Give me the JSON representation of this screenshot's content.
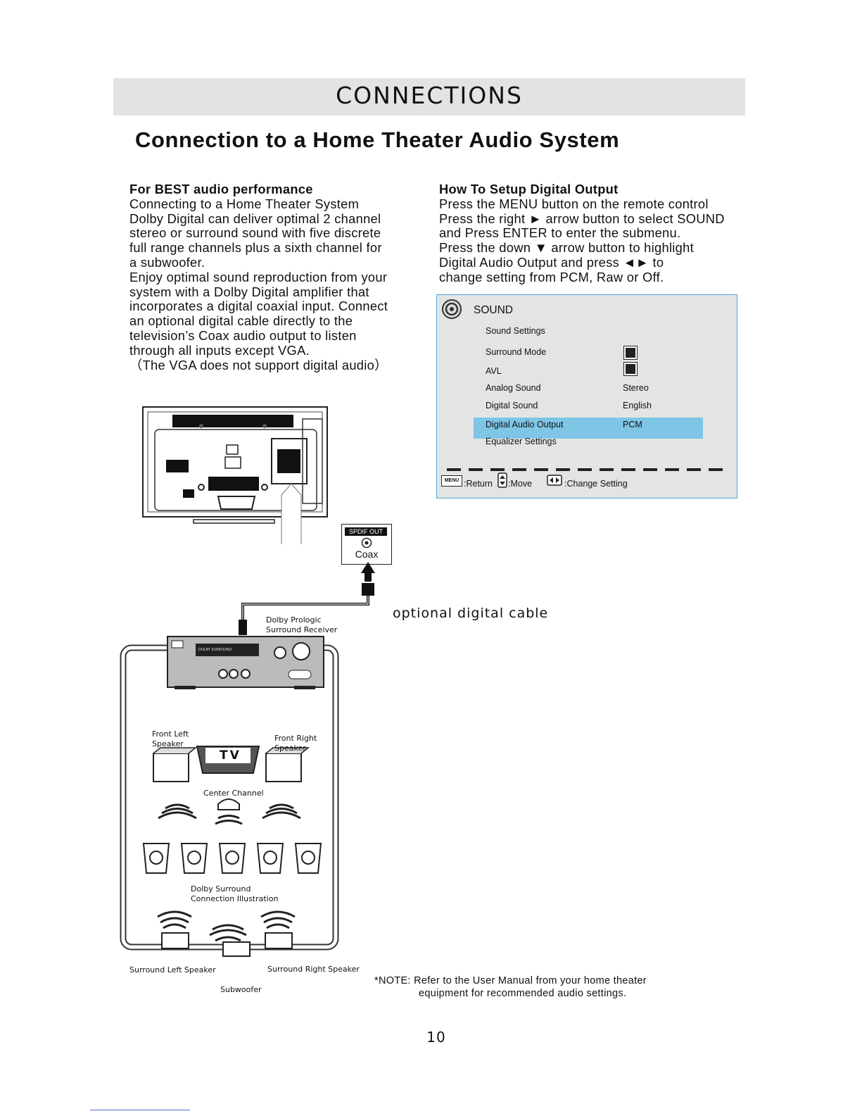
{
  "banner": {
    "title": "CONNECTIONS"
  },
  "subtitle": "Connection to a Home Theater Audio System",
  "left_column": {
    "heading": "For BEST audio performance",
    "lines": [
      "Connecting to a Home Theater System",
      "Dolby Digital can deliver optimal 2 channel",
      "stereo or surround sound with five discrete",
      "full range channels plus a sixth channel for",
      "a subwoofer.",
      "Enjoy optimal sound reproduction from your",
      "system with a Dolby Digital amplifier that",
      "incorporates a digital coaxial input. Connect",
      "an optional digital cable directly to the",
      "television’s Coax audio output to listen",
      "through all inputs except VGA.",
      "（The VGA does not support digital audio）"
    ]
  },
  "right_column": {
    "heading": "How To Setup Digital Output",
    "lines": [
      "Press the MENU button on the remote control",
      "Press the right ► arrow button to select SOUND",
      "and Press ENTER to enter the submenu.",
      "Press the down ▼ arrow button to highlight",
      "Digital Audio Output and press ◄► to",
      "change setting from PCM, Raw or Off."
    ]
  },
  "osd": {
    "title": "SOUND",
    "items": [
      {
        "label": "Sound Settings",
        "value": ""
      },
      {
        "label": "Surround Mode",
        "value": ""
      },
      {
        "label": "AVL",
        "value": ""
      },
      {
        "label": "Analog Sound",
        "value": "Stereo"
      },
      {
        "label": "Digital Sound",
        "value": "English"
      },
      {
        "label": "Digital Audio Output",
        "value": "PCM"
      },
      {
        "label": "Equalizer Settings",
        "value": ""
      }
    ],
    "footer": {
      "menu_key": "MENU",
      "return": ":Return",
      "move": ":Move",
      "change": ":Change Setting"
    }
  },
  "diagram": {
    "spdif_label": "SPDIF OUT",
    "coax_label": "Coax",
    "cable_label": "optional digital cable",
    "receiver_label_1": "Dolby Prologic",
    "receiver_label_2": "Surround Receiver",
    "receiver_display": "DOLBY SURROUND",
    "front_left_1": "Front Left",
    "front_left_2": "Speaker",
    "front_right_1": "Front Right",
    "front_right_2": "Speaker",
    "tv_label": "TV",
    "center_channel": "Center Channel",
    "illustration_1": "Dolby Surround",
    "illustration_2": "Connection Illustration",
    "surround_left": "Surround Left Speaker",
    "surround_right": "Surround Right Speaker",
    "subwoofer": "Subwoofer"
  },
  "note": {
    "line1": "*NOTE: Refer to the User Manual from your home theater",
    "line2": "equipment for recommended audio settings."
  },
  "page_number": "10"
}
